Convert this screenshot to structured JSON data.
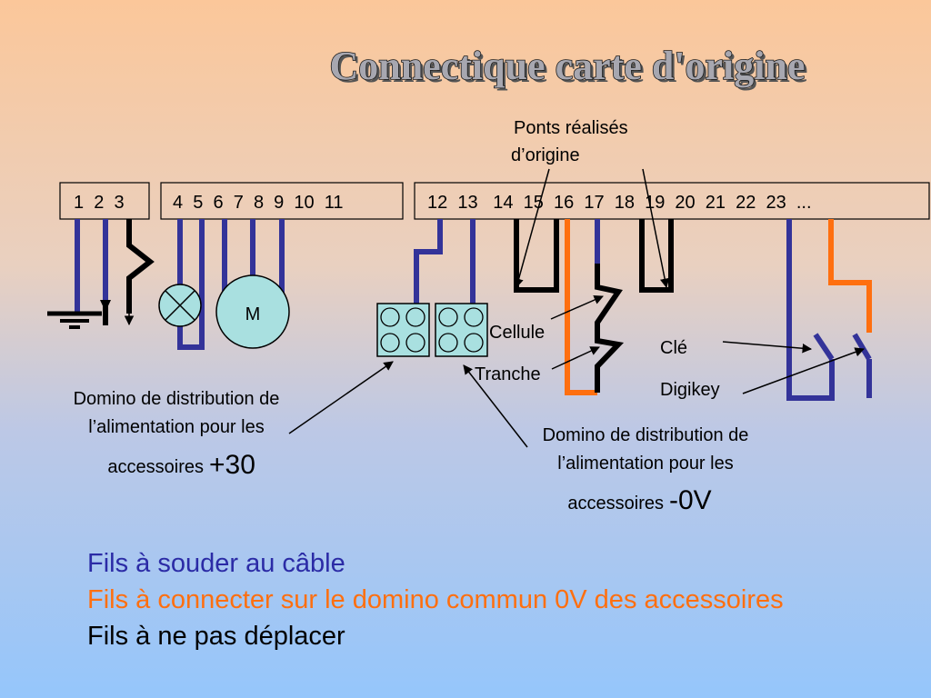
{
  "title": "Connectique carte d'origine",
  "terminal_blocks": [
    "1  2  3",
    "4  5  6  7  8  9  10  11",
    "12  13   14  15  16  17  18  19  20  21  22  23  ..."
  ],
  "labels": {
    "ponts_line1": "Ponts réalisés",
    "ponts_line2": "d’origine",
    "motor": "M",
    "cellule": "Cellule",
    "tranche": "Tranche",
    "cle": "Clé",
    "digikey": "Digikey",
    "domino_plus_line1": "Domino de distribution de",
    "domino_plus_line2": "l’alimentation pour les",
    "domino_plus_line3": "accessoires",
    "domino_plus_value": "+30",
    "domino_zero_line1": "Domino de distribution de",
    "domino_zero_line2": "l’alimentation pour les",
    "domino_zero_line3": "accessoires",
    "domino_zero_value": "-0V"
  },
  "legend": [
    {
      "text": "Fils à souder au câble",
      "color": "#2b2ba6"
    },
    {
      "text": "Fils à connecter sur le domino commun 0V des accessoires",
      "color": "#ff6f0f"
    },
    {
      "text": "Fils à ne pas déplacer",
      "color": "#000000"
    }
  ],
  "colors": {
    "wire_blue": "#333399",
    "wire_orange": "#ff6f0f",
    "wire_black": "#000000",
    "component_fill": "#a9e0e0"
  }
}
